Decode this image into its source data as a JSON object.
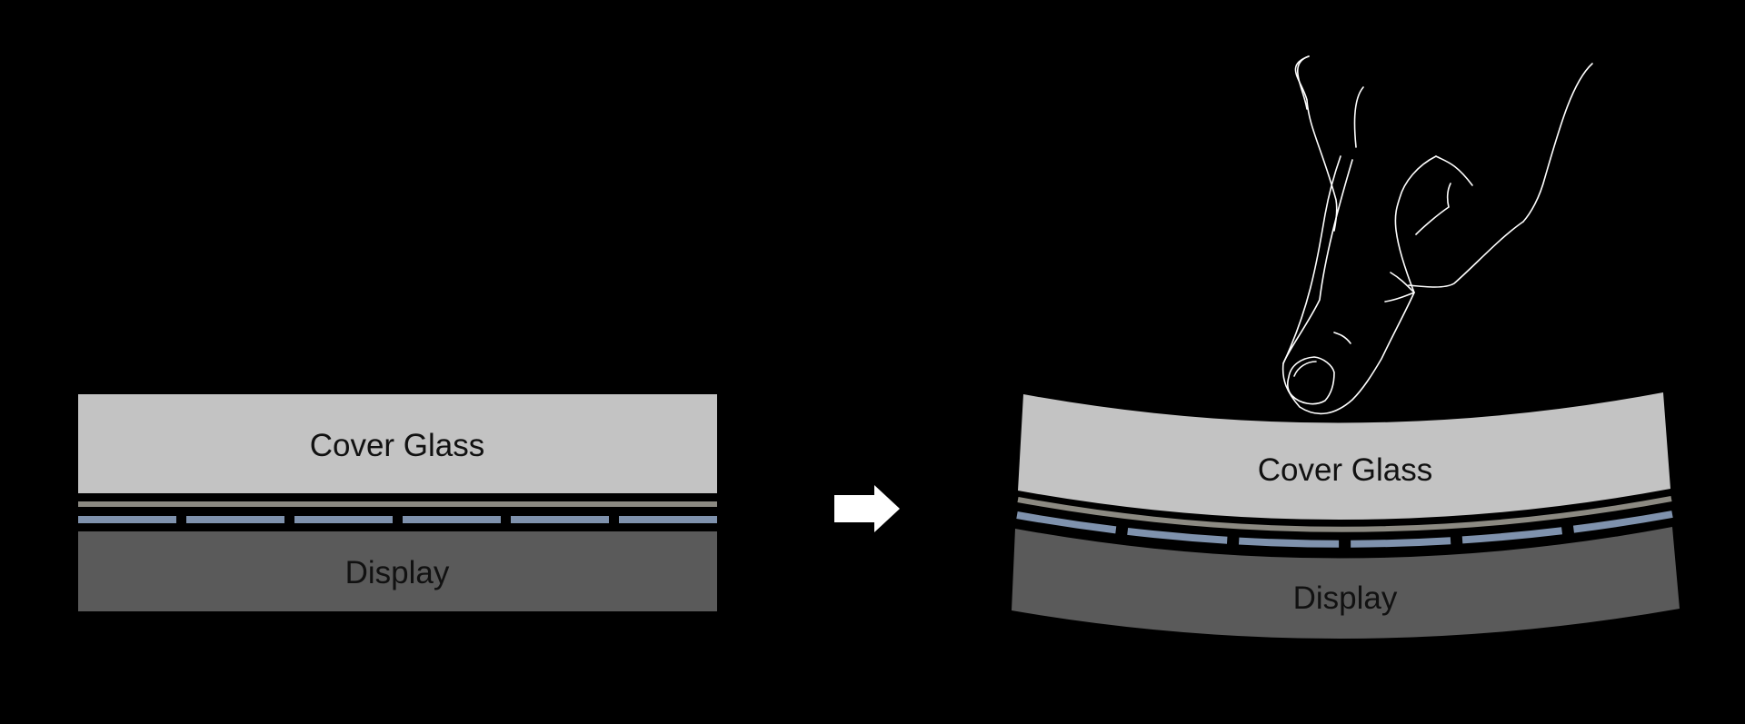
{
  "left_stack": {
    "cover_glass_label": "Cover Glass",
    "display_label": "Display"
  },
  "right_stack": {
    "cover_glass_label": "Cover Glass",
    "display_label": "Display"
  },
  "colors": {
    "background": "#000000",
    "cover_glass": "#c3c3c3",
    "display": "#5a5a5a",
    "sensor_layer": "#8c8a82",
    "electrode_segments": "#7f92ad",
    "arrow": "#ffffff",
    "hand_outline": "#ffffff"
  },
  "icons": {
    "arrow": "right-arrow-icon",
    "hand": "pressing-finger-icon"
  }
}
